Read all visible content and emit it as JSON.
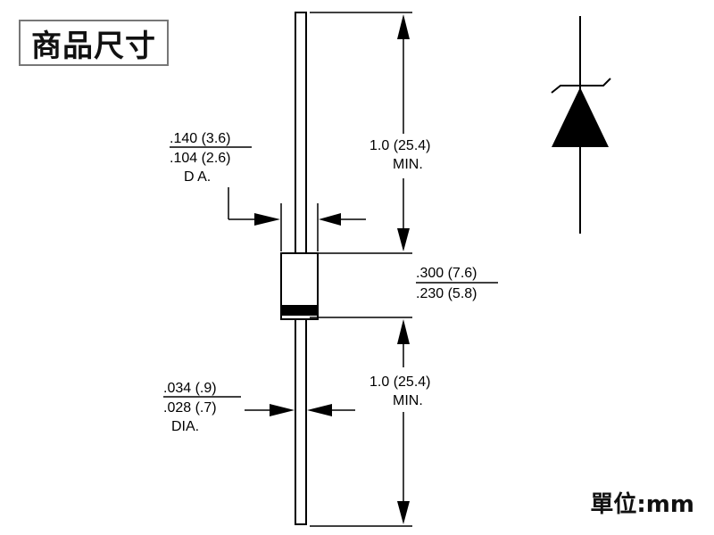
{
  "title": "商品尺寸",
  "unit": "單位:mm",
  "labels": {
    "body_dia_max": ".140 (3.6)",
    "body_dia_min": ".104 (2.6)",
    "body_dia_suffix": "D A.",
    "lead_len_top_value": "1.0 (25.4)",
    "lead_len_top_min": "MIN.",
    "body_len_max": ".300 (7.6)",
    "body_len_min": ".230 (5.8)",
    "lead_dia_max": ".034 (.9)",
    "lead_dia_min": ".028 (.7)",
    "lead_dia_suffix": "DIA.",
    "lead_len_bottom_value": "1.0 (25.4)",
    "lead_len_bottom_min": "MIN."
  }
}
